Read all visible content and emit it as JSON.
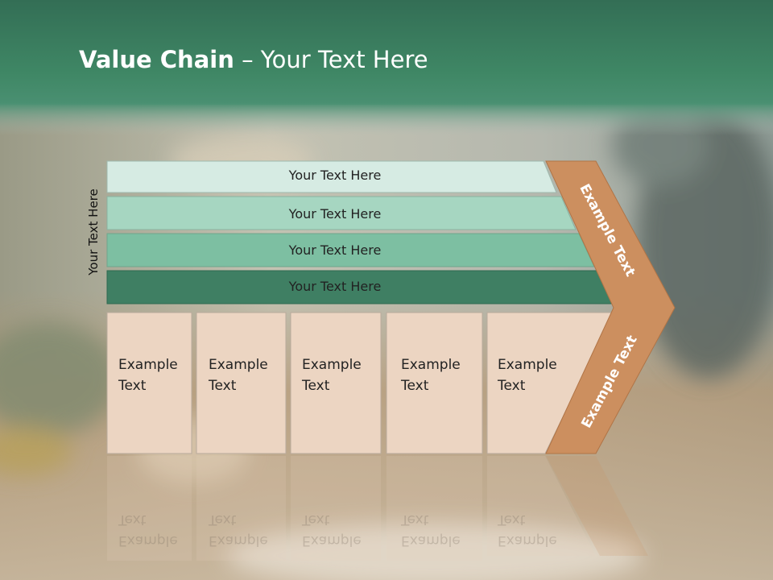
{
  "slide": {
    "title_bold": "Value Chain",
    "title_rest": " – Your Text Here",
    "side_label": "Your Text Here"
  },
  "bars": [
    {
      "label": "Your Text Here",
      "fill": "#d6ebe3"
    },
    {
      "label": "Your Text Here",
      "fill": "#a6d6c1"
    },
    {
      "label": "Your Text Here",
      "fill": "#7dbfa2"
    },
    {
      "label": "Your Text Here",
      "fill": "#3f7f63"
    }
  ],
  "boxes": [
    {
      "line1": "Example",
      "line2": "Text"
    },
    {
      "line1": "Example",
      "line2": "Text"
    },
    {
      "line1": "Example",
      "line2": "Text"
    },
    {
      "line1": "Example",
      "line2": "Text"
    },
    {
      "line1": "Example",
      "line2": "Text"
    }
  ],
  "chevron": {
    "upper_label": "Example Text",
    "lower_label": "Example Text",
    "fill": "#cc8f5f"
  },
  "colors": {
    "header": "#3a7d62",
    "box_fill": "#ecd5c2",
    "box_stroke": "#b9aa9c"
  }
}
